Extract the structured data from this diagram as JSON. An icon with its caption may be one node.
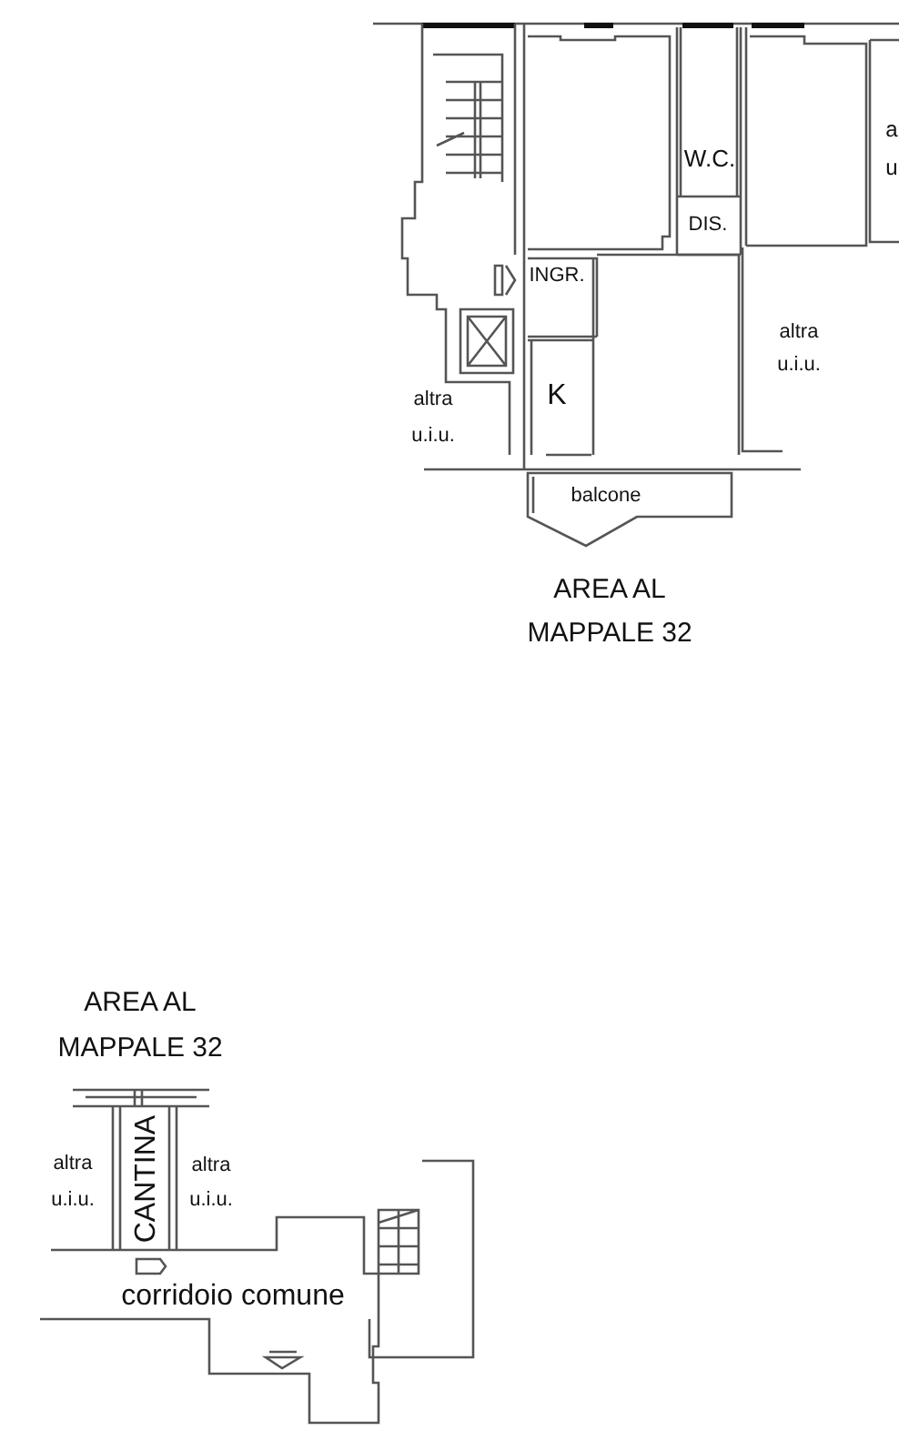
{
  "diagram": {
    "labels": [
      "a",
      "u",
      "W.C.",
      "DIS.",
      "INGR.",
      "altra",
      "u.i.u.",
      "K",
      "altra",
      "u.i.u.",
      "balcone",
      "AREA AL",
      "MAPPALE 32",
      "AREA AL",
      "MAPPALE 32",
      "altra",
      "u.i.u.",
      "CANTINA",
      "altra",
      "u.i.u.",
      "corridoio comune"
    ]
  }
}
